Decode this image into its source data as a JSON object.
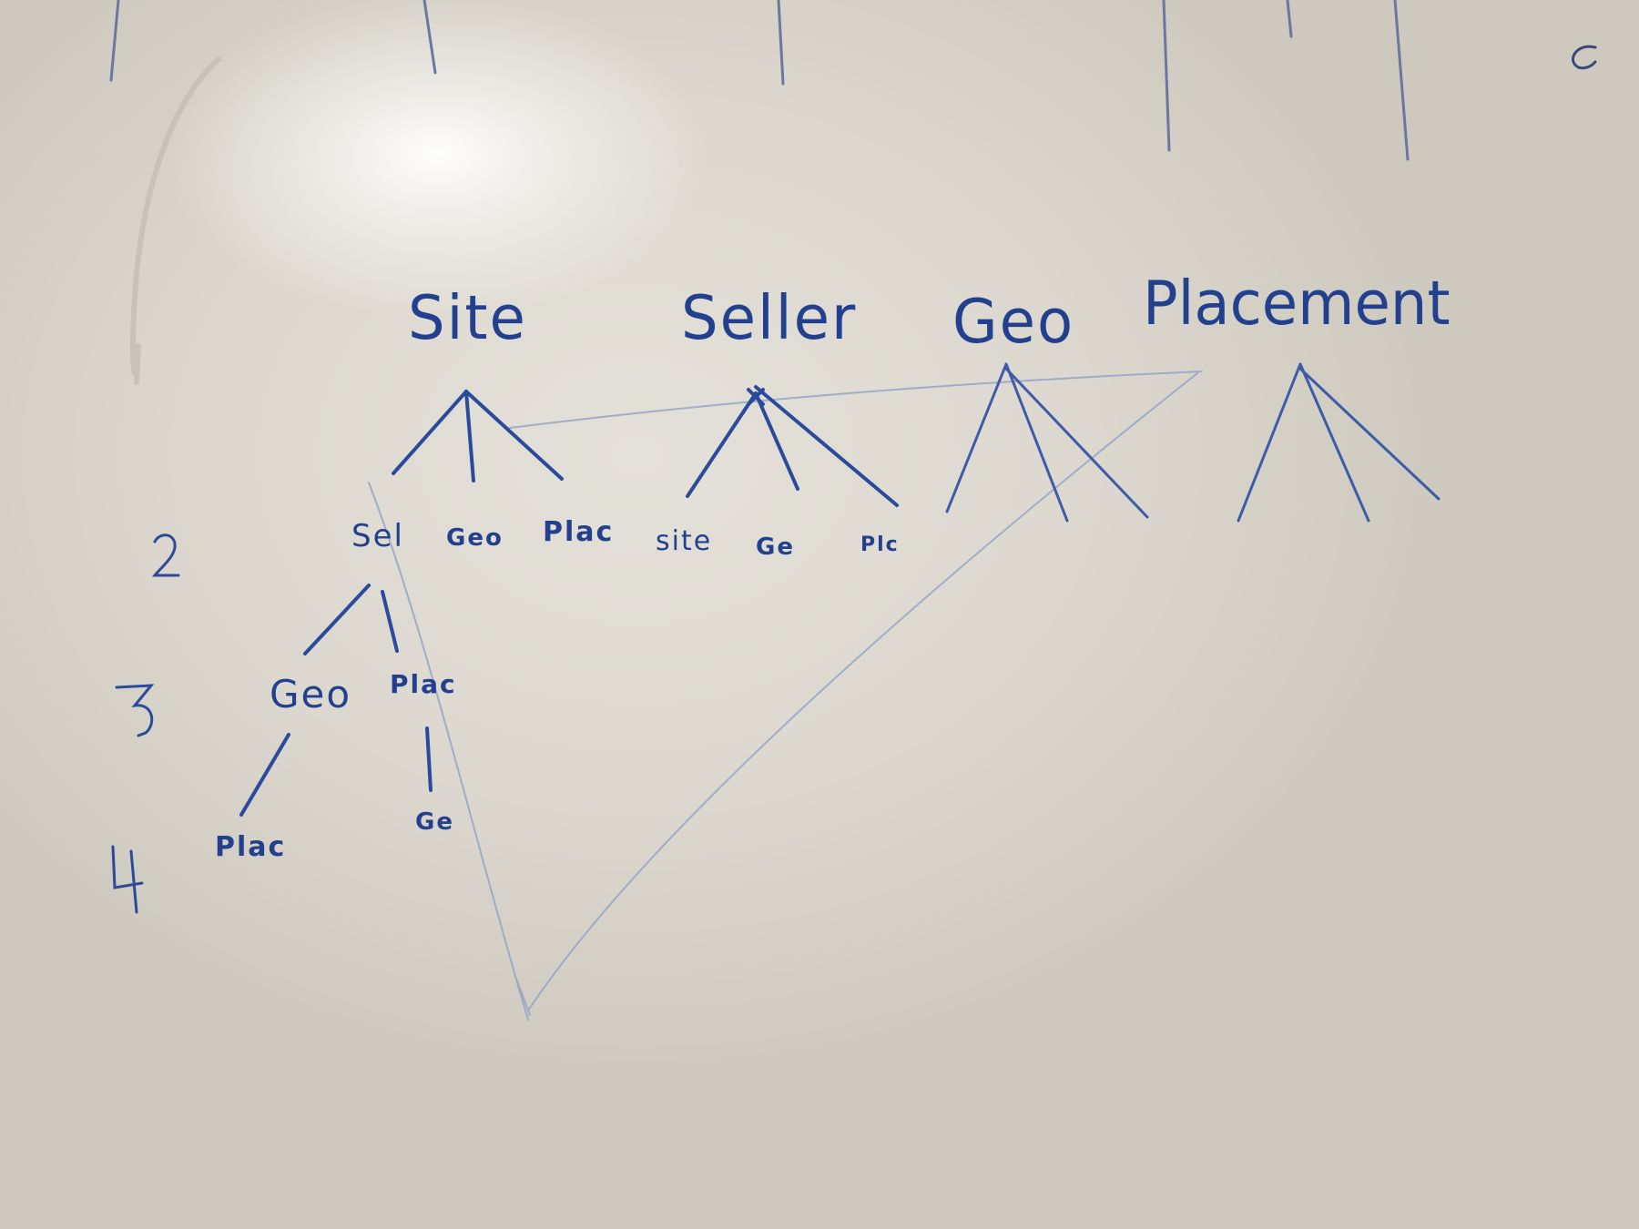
{
  "photo_of": "whiteboard",
  "ink_color": "#23408e",
  "faint_ink_color": "#8fa2c6",
  "roots": {
    "site": "Site",
    "seller": "Seller",
    "geo": "Geo",
    "placement": "Placement"
  },
  "site_children": {
    "sel": "Sel",
    "geo": "Geo",
    "plac": "Plac"
  },
  "seller_children": {
    "site": "site",
    "geo": "Ge",
    "plc": "Plc"
  },
  "sel_children": {
    "geo": "Geo",
    "plac": "Plac"
  },
  "level4": {
    "plac": "Plac",
    "geo": "Ge"
  },
  "level_numbers": {
    "level2": "2",
    "level3": "3",
    "level4": "4"
  },
  "corner_mark": "c"
}
